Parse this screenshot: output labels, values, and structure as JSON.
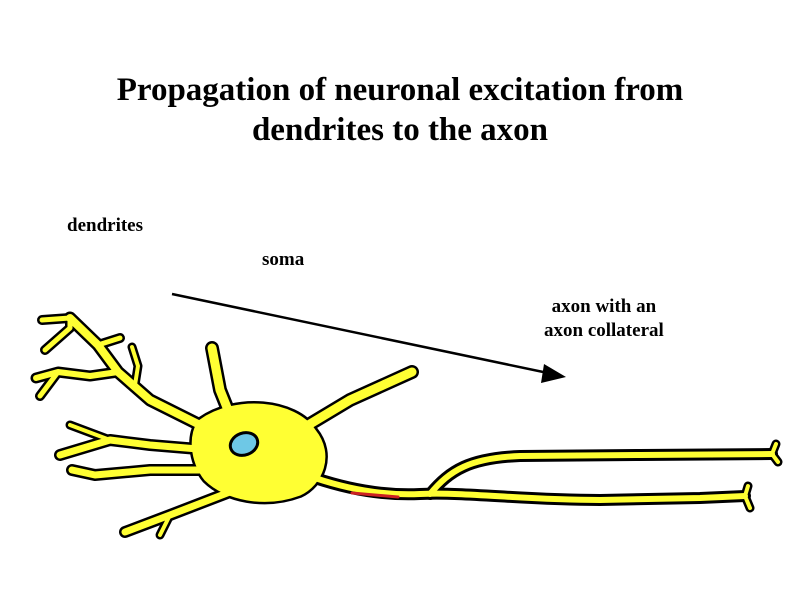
{
  "title": {
    "line1": "Propagation of neuronal excitation from",
    "line2": "dendrites to the axon"
  },
  "labels": {
    "dendrites": "dendrites",
    "soma": "soma",
    "axon_line1": "axon with an",
    "axon_line2": "axon collateral"
  },
  "colors": {
    "cell_fill": "#FFFF33",
    "cell_outline": "#000000",
    "nucleus": "#6EC8E6",
    "axon_hillock_segment": "#CC2222",
    "arrow": "#000000"
  }
}
